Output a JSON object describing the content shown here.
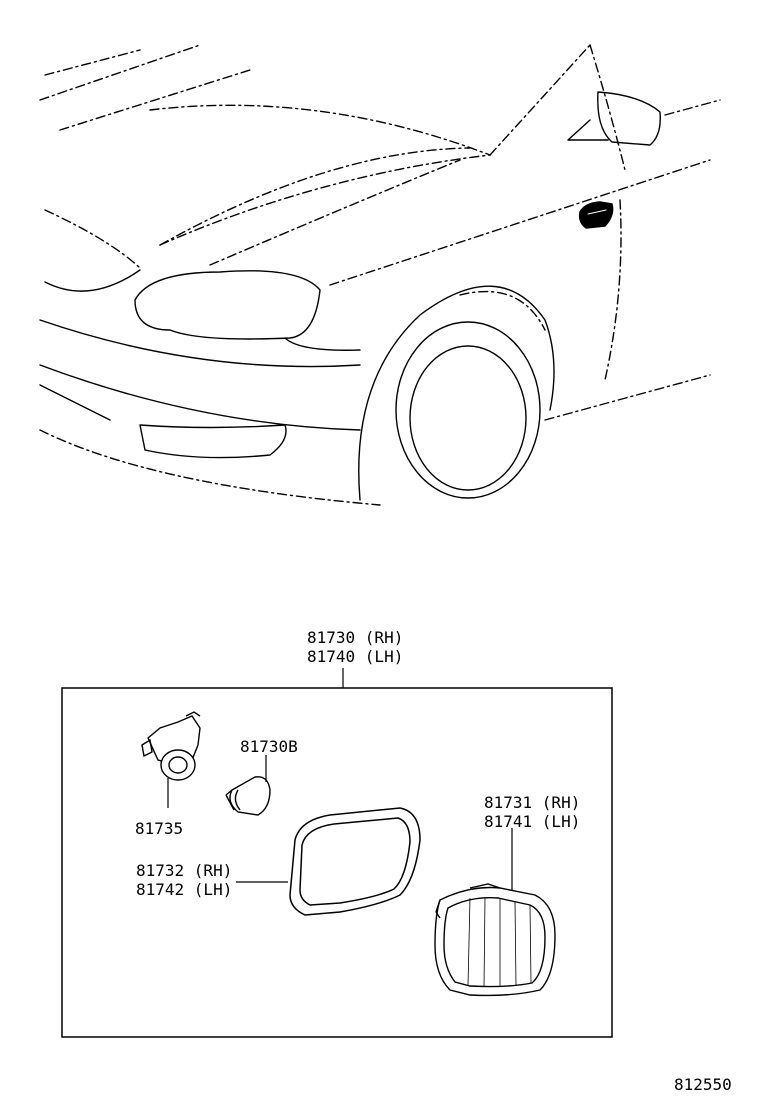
{
  "callouts": {
    "assembly_rh": "81730 (RH)",
    "assembly_lh": "81740 (LH)",
    "bulb": "81730B",
    "socket": "81735",
    "gasket_rh": "81732 (RH)",
    "gasket_lh": "81742 (LH)",
    "lens_rh": "81731 (RH)",
    "lens_lh": "81741 (LH)"
  },
  "diagram_id": "812550",
  "colors": {
    "ink": "#000000",
    "paper": "#ffffff"
  }
}
